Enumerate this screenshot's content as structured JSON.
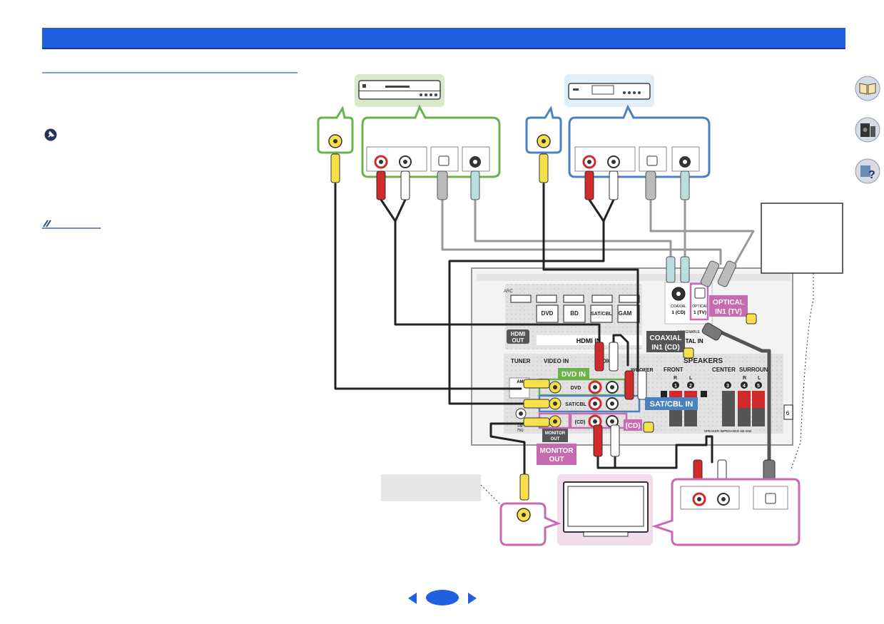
{
  "nav": {
    "prev_icon": "triangle-left-icon",
    "next_icon": "triangle-right-icon",
    "home_icon": "page-oval-icon"
  },
  "side_buttons": [
    {
      "icon": "book-icon"
    },
    {
      "icon": "receiver-icon"
    },
    {
      "icon": "question-icon"
    }
  ],
  "colors": {
    "header": "#1f5fe0",
    "dvd": "#6ab34a",
    "satcbl": "#4a82c0",
    "tv": "#c86ab0",
    "cable_gray": "#999999"
  },
  "receiver": {
    "arc": "ARC",
    "hdmi_out": [
      "HDMI",
      "OUT"
    ],
    "hdmi_in": "HDMI IN",
    "hdmi_inputs": [
      "DVD",
      "BD",
      "SAT/CBL",
      "GAM"
    ],
    "coaxial": [
      "COAXIAL",
      "1 (CD)"
    ],
    "optical": [
      "OPTICAL",
      "1 (TV)"
    ],
    "assignable": "ASSIGNABLE",
    "digital_in": "ITAL IN",
    "speakers": "SPEAKERS",
    "tuner": "TUNER",
    "video_in": "VIDEO IN",
    "audio": "DIO",
    "subwoofer": "WOOFER",
    "front": "FRONT",
    "center": "CENTER",
    "surround": "SURROUN",
    "r": "R",
    "l": "L",
    "am": "AM",
    "fm": "FM",
    "ohm": "75Ω",
    "dvd_jack": "DVD",
    "satcbl_jack": "SAT/CBL",
    "cd_jack": "(CD)",
    "monitor_out": [
      "MONITOR",
      "OUT"
    ],
    "impedance": "SPEAKER IMPEDANCE  6Ω-16Ω",
    "assignable_small": "ASSIGNABLE",
    "six": "6",
    "speaker_nums": [
      "1",
      "2",
      "3",
      "4",
      "5"
    ]
  },
  "callouts": {
    "dvd_in": "DVD IN",
    "satcbl_in": "SAT/CBL IN",
    "monitor_out": [
      "MONITOR",
      "OUT"
    ],
    "cd": "(CD)",
    "coaxial_in": [
      "COAXIAL",
      "IN1 (CD)"
    ],
    "optical_in": [
      "OPTICAL",
      "IN1 (TV)"
    ]
  }
}
